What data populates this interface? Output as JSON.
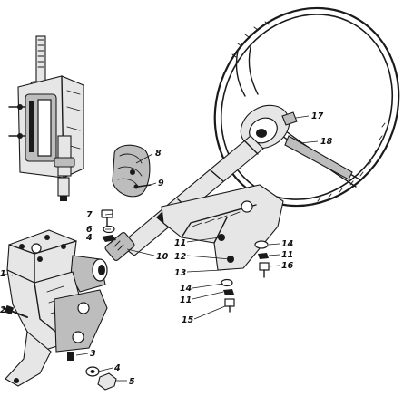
{
  "callouts": {
    "c1": "1",
    "c2": "2",
    "c3": "3",
    "c4a": "4",
    "c4b": "4",
    "c5": "5",
    "c6": "6",
    "c7": "7",
    "c8": "8",
    "c9": "9",
    "c10": "10",
    "c11a": "11",
    "c11b": "11",
    "c11c": "11",
    "c12": "12",
    "c13": "13",
    "c14a": "14",
    "c14b": "14",
    "c15": "15",
    "c16": "16",
    "c17": "17",
    "c18": "18"
  }
}
